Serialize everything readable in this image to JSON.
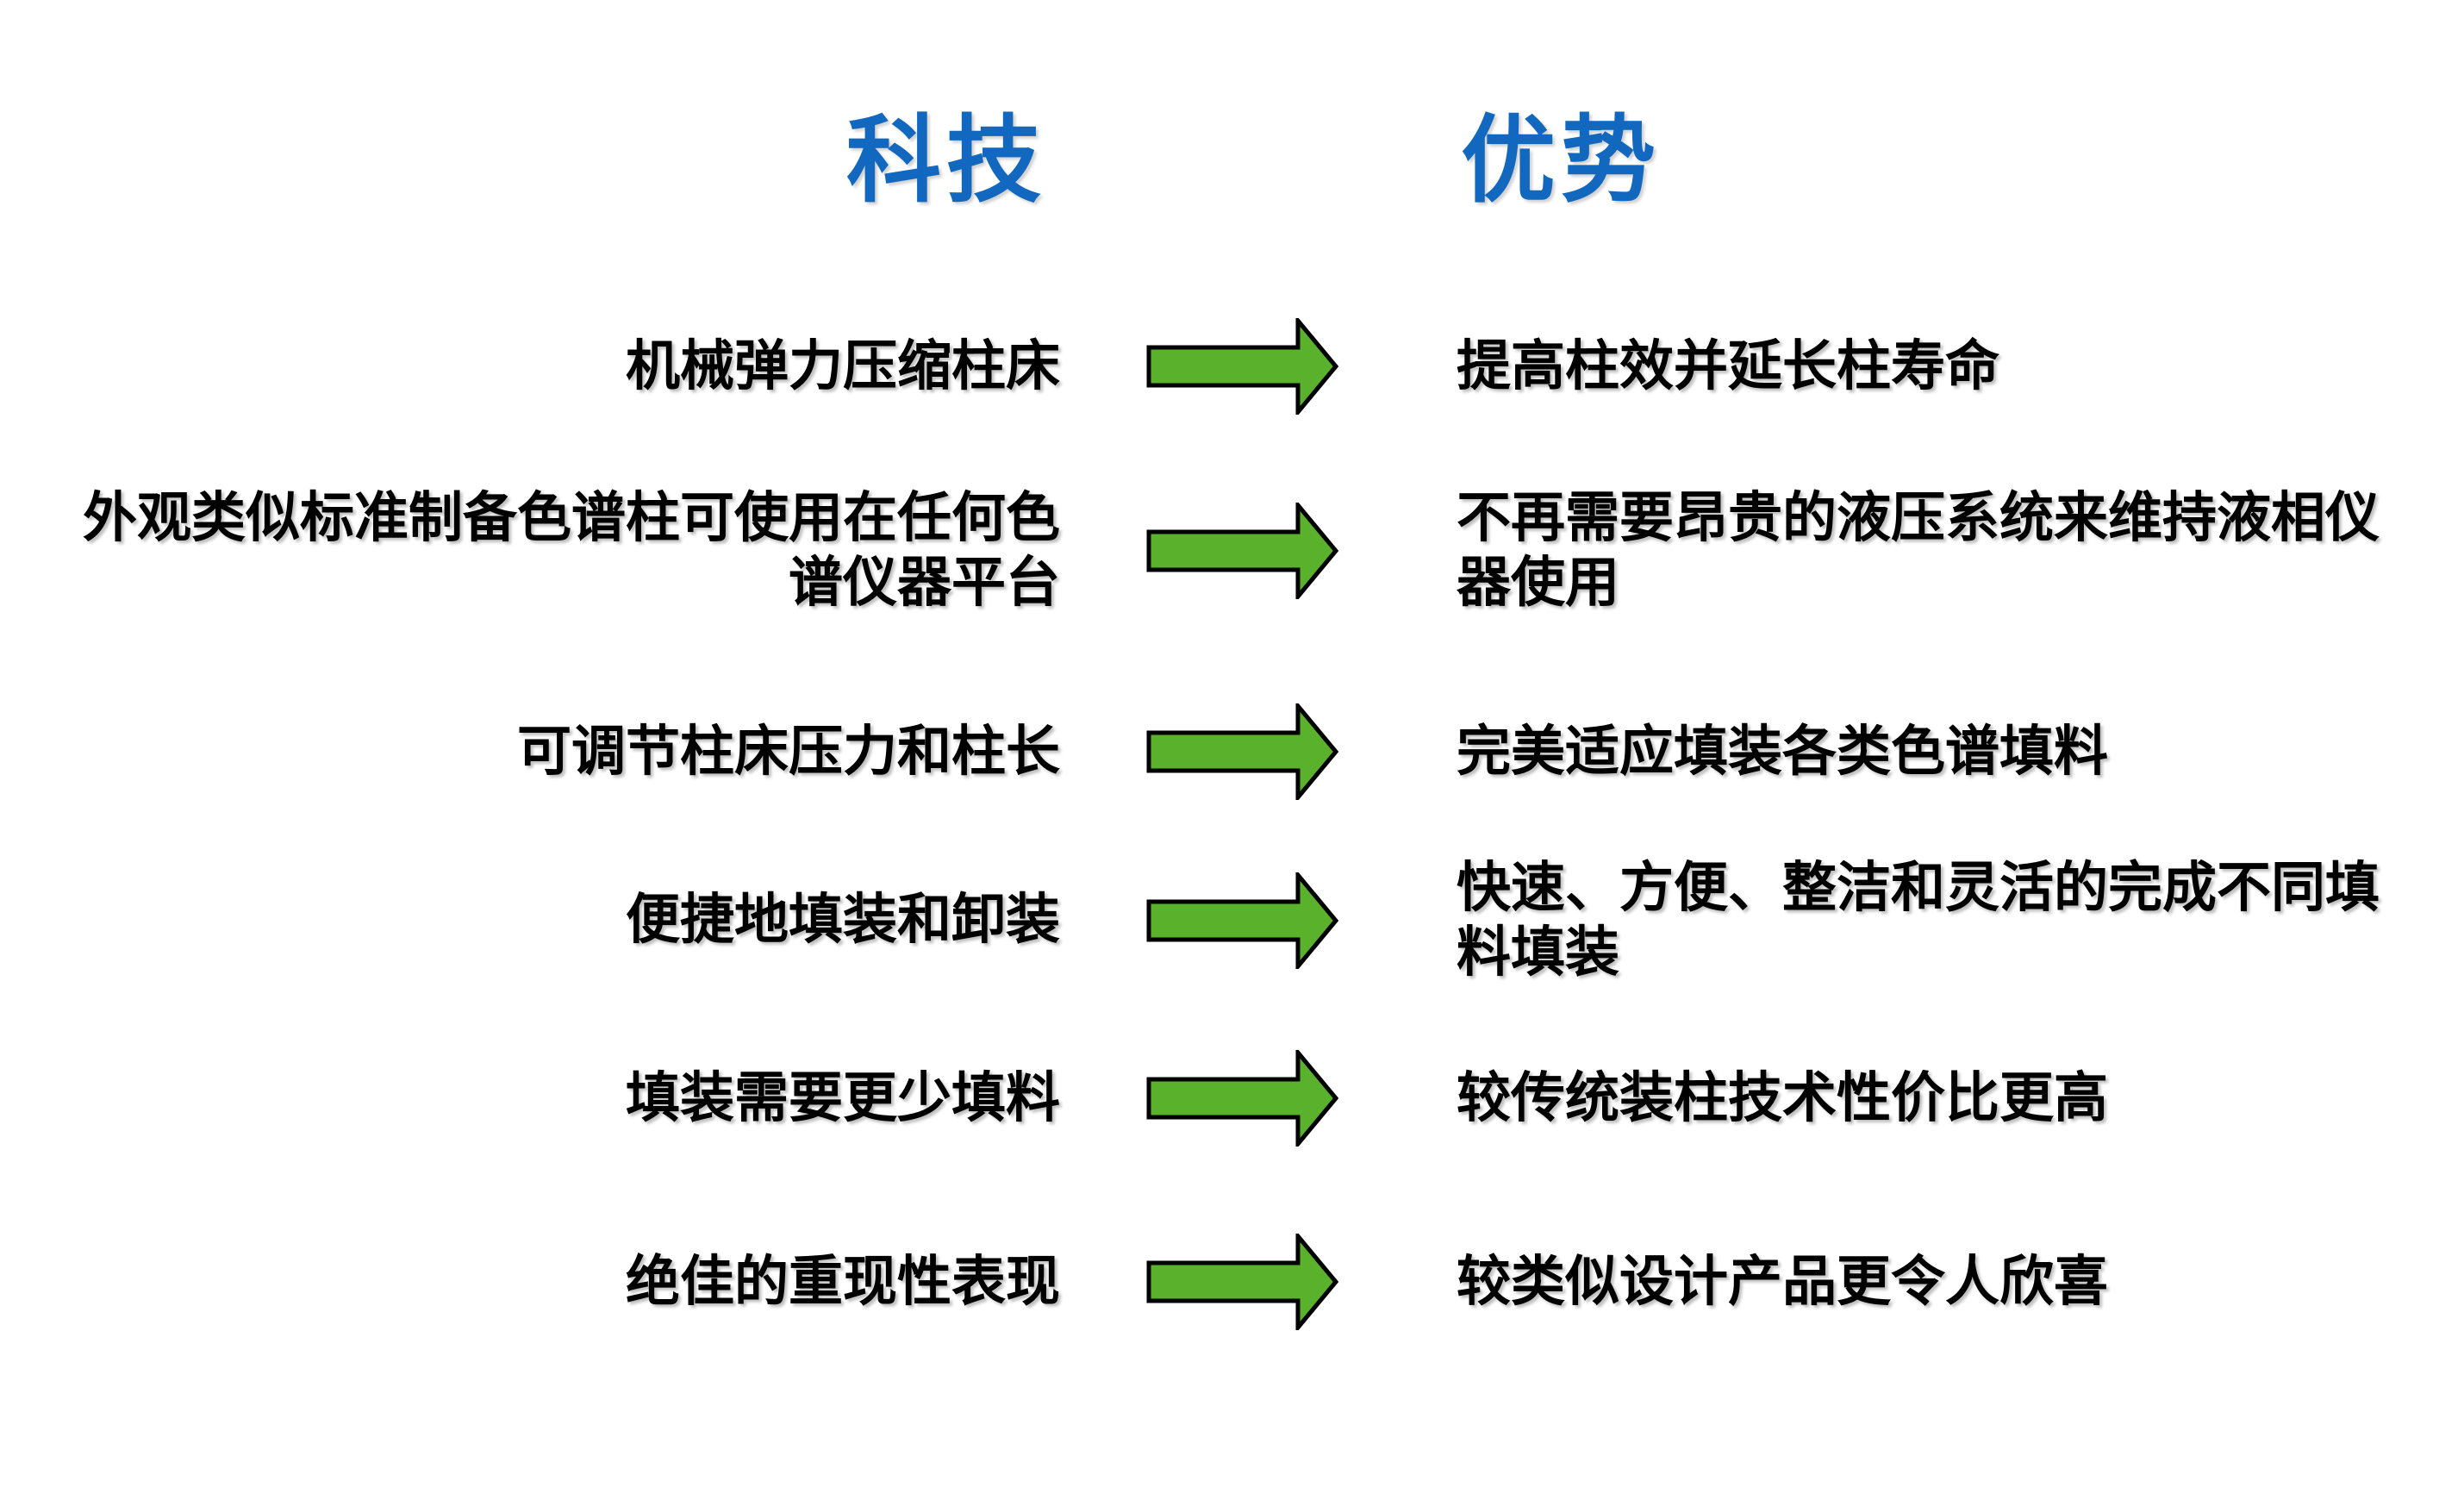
{
  "colors": {
    "header_blue": "#1268BE",
    "arrow_green": "#5AB22C",
    "arrow_outline": "#000000",
    "text_color": "#000000",
    "background": "#FFFFFF"
  },
  "headers": {
    "tech": "科技",
    "benefit": "优势"
  },
  "icons": {
    "arrow_right": "→"
  },
  "rows": [
    {
      "tech": "机械弹力压缩柱床",
      "benefit": "提高柱效并延长柱寿命"
    },
    {
      "tech": "外观类似标准制备色谱柱可使用在任何色谱仪器平台",
      "benefit": "不再需要昂贵的液压系统来维持液相仪器使用"
    },
    {
      "tech": "可调节柱床压力和柱长",
      "benefit": "完美适应填装各类色谱填料"
    },
    {
      "tech": "便捷地填装和卸装",
      "benefit": "快速、方便、整洁和灵活的完成不同填料填装"
    },
    {
      "tech": "填装需要更少填料",
      "benefit": "较传统装柱技术性价比更高"
    },
    {
      "tech": "绝佳的重现性表现",
      "benefit": "较类似设计产品更令人欣喜"
    }
  ]
}
